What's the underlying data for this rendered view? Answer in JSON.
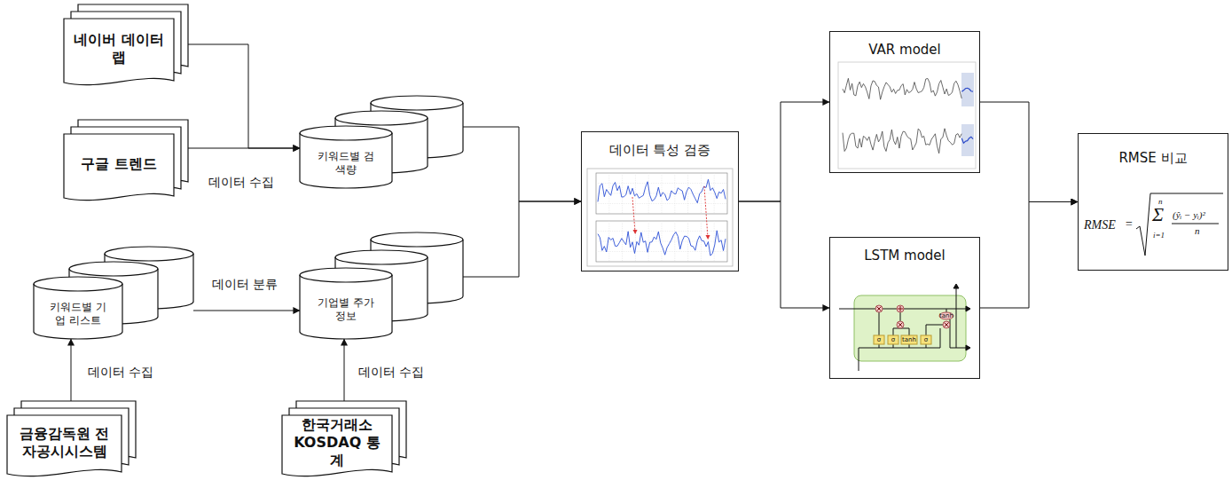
{
  "diagram": {
    "nodes": [
      {
        "text": [
          "네이버 데이터랩"
        ]
      },
      {
        "text": [
          "구글 트렌드"
        ]
      },
      {
        "text": [
          "키워드별 검색량"
        ]
      },
      {
        "text": [
          "키워드별 기업 리스트"
        ]
      },
      {
        "text": [
          "기업별 주가정보"
        ]
      },
      {
        "text": [
          "금융감독원 전자공시시스템"
        ]
      },
      {
        "text": [
          "한국거래소 KOSDAQ 통계"
        ]
      },
      {
        "text": [
          "데이터 특성 검증"
        ]
      },
      {
        "text": [
          "VAR model"
        ]
      },
      {
        "text": [
          "LSTM model"
        ]
      },
      {
        "text": [
          "RMSE 비교",
          "RMSE",
          "=",
          "n",
          "Σ",
          "i=1",
          "(ŷᵢ − yᵢ)²",
          "n"
        ]
      }
    ],
    "edges": [
      {
        "from": 0,
        "to": 2,
        "arrow": "to"
      },
      {
        "from": 1,
        "to": 2,
        "arrow": "to",
        "label": "데이터 수집"
      },
      {
        "from": 3,
        "to": 4,
        "arrow": "to",
        "label": "데이터 분류"
      },
      {
        "from": 5,
        "to": 3,
        "arrow": "to",
        "label": "데이터 수집"
      },
      {
        "from": 6,
        "to": 4,
        "arrow": "to",
        "label": "데이터 수집"
      },
      {
        "from": 2,
        "to": 7,
        "arrow": "to"
      },
      {
        "from": 4,
        "to": 7,
        "arrow": "to"
      },
      {
        "from": 7,
        "to": 8,
        "arrow": "to"
      },
      {
        "from": 7,
        "to": 9,
        "arrow": "to"
      },
      {
        "from": 8,
        "to": 10,
        "arrow": "to"
      },
      {
        "from": 9,
        "to": 10,
        "arrow": "to"
      }
    ],
    "labels": [
      "σ",
      "σ",
      "tanh",
      "σ",
      "tanh"
    ]
  }
}
